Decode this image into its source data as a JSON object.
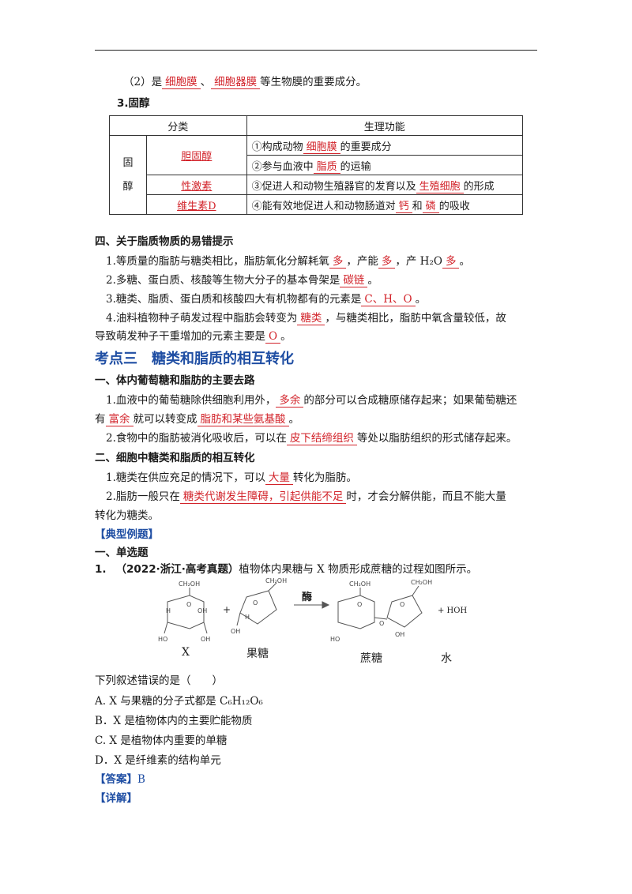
{
  "item2": {
    "prefix": "（2）是",
    "fill1": "细胞膜",
    "sep": "、",
    "fill2": "细胞器膜",
    "suffix": "等生物膜的重要成分。"
  },
  "sterol": {
    "heading": "3.固醇",
    "col_class": "分类",
    "col_function": "生理功能",
    "row_head": "固醇",
    "rows": [
      {
        "name": "胆固醇",
        "functions": [
          {
            "pre": "①构成动物",
            "fill": "细胞膜",
            "post": "的重要成分"
          },
          {
            "pre": "②参与血液中",
            "fill": "脂质",
            "post": "的运输"
          }
        ]
      },
      {
        "name": "性激素",
        "functions": [
          {
            "pre": "③促进人和动物生殖器官的发育以及",
            "fill": "生殖细胞",
            "post": "的形成"
          }
        ]
      },
      {
        "name": "维生素D",
        "functions": [
          {
            "pre": "④能有效地促进人和动物肠道对",
            "fill": "钙",
            "mid": "和",
            "fill2": "磷",
            "post": "的吸收"
          }
        ]
      }
    ]
  },
  "section4": {
    "heading": "四、关于脂质物质的易错提示",
    "p1": {
      "a": "1.等质量的脂肪与糖类相比，脂肪氧化分解耗氧",
      "f1": "多",
      "b": "，产能",
      "f2": "多",
      "c": "，产 H₂O",
      "f3": "多",
      "d": "。"
    },
    "p2": {
      "a": "2.多糖、蛋白质、核酸等生物大分子的基本骨架是",
      "f1": "碳链",
      "b": "。"
    },
    "p3": {
      "a": "3.糖类、脂质、蛋白质和核酸四大有机物都有的元素是",
      "f1": "C、H、O",
      "b": "。"
    },
    "p4": {
      "a": "4.油料植物种子萌发过程中脂肪会转变为",
      "f1": "糖类",
      "b": "，与糖类相比，脂肪中氧含量较低，故",
      "c": "导致萌发种子干重增加的元素主要是",
      "f2": "O",
      "d": "。"
    }
  },
  "kaodian": {
    "label": "考点三",
    "title": "糖类和脂质的相互转化"
  },
  "sectionA": {
    "heading": "一、体内葡萄糖和脂肪的主要去路",
    "p1": {
      "a": "1.血液中的葡萄糖除供细胞利用外，",
      "f1": "多余",
      "b": "的部分可以合成糖原储存起来；如果葡萄糖还",
      "c": "有",
      "f2": "富余",
      "d": "就可以转变成",
      "f3": "脂肪和某些氨基酸",
      "e": "。"
    },
    "p2": {
      "a": "2.食物中的脂肪被消化吸收后，可以在",
      "f1": "皮下结缔组织",
      "b": "等处以脂肪组织的形式储存起来。"
    }
  },
  "sectionB": {
    "heading": "二、细胞中糖类和脂质的相互转化",
    "p1": {
      "a": "1.糖类在供应充足的情况下，可以",
      "f1": "大量",
      "b": "转化为脂肪。"
    },
    "p2": {
      "a": "2.脂肪一般只在",
      "f1": "糖类代谢发生障碍，引起供能不足",
      "b": "时，才会分解供能，而且不能大量",
      "c": "转化为糖类。"
    }
  },
  "example": {
    "tag": "【典型例题】",
    "type": "一、单选题",
    "q_num": "1.",
    "q_source": "（2022·浙江·高考真题）",
    "q_text": "植物体内果糖与 X 物质形成蔗糖的过程如图所示。",
    "labels": {
      "x": "X",
      "fructose": "果糖",
      "enzyme": "酶",
      "sucrose": "蔗糖",
      "water": "水",
      "plus": "+",
      "hoh": "+ HOH"
    },
    "diagram_text": {
      "ch2oh": "CH₂OH",
      "h": "H",
      "oh": "OH",
      "ho": "HO",
      "o": "O"
    },
    "stem": "下列叙述错误的是（　　）",
    "options": [
      "A. X 与果糖的分子式都是 C₆H₁₂O₆",
      "B．X 是植物体内的主要贮能物质",
      "C. X 是植物体内重要的单糖",
      "D．X 是纤维素的结构单元"
    ],
    "answer_label": "【答案】",
    "answer_value": "B",
    "detail_label": "【详解】"
  }
}
